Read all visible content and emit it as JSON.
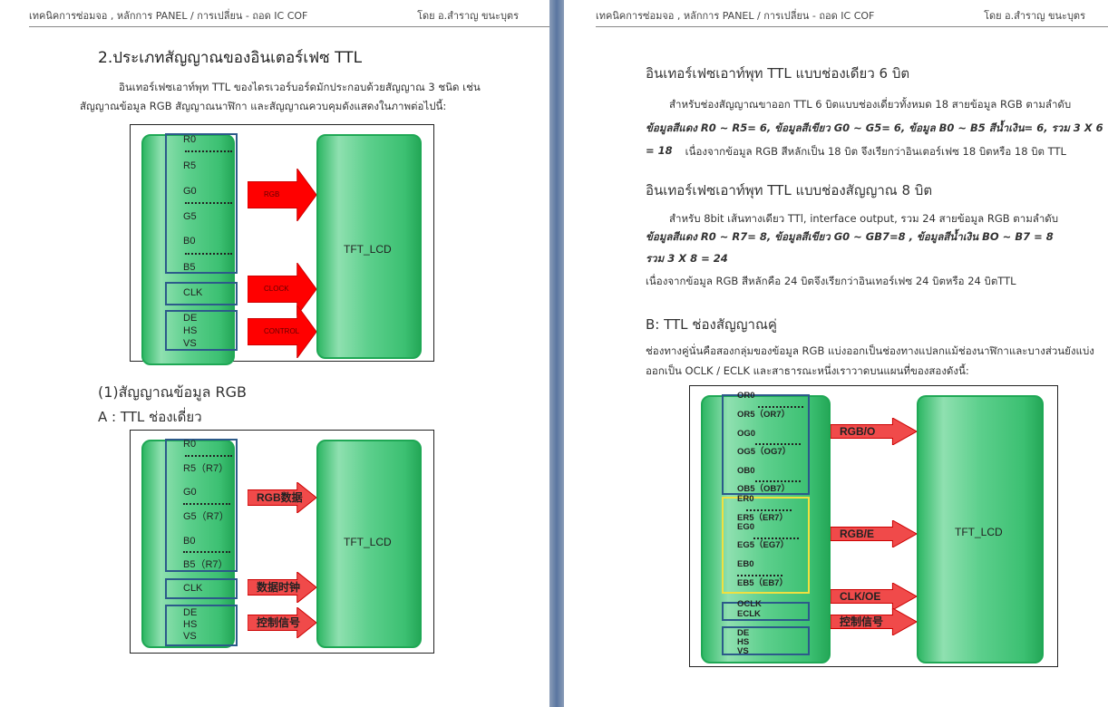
{
  "header": {
    "left": "เทคนิคการซ่อมจอ , หลักการ PANEL / การเปลี่ยน - ถอด IC COF",
    "right": "โดย อ.สำราญ   ขนะบุตร"
  },
  "left_page": {
    "title": "2.ประเภทสัญญาณของอินเตอร์เฟซ TTL",
    "para1_line1": "อินเทอร์เฟซเอาท์พุท TTL ของไดรเวอร์บอร์ดมักประกอบด้วยสัญญาณ 3 ชนิด เช่น",
    "para1_line2": "สัญญาณข้อมูล RGB สัญญาณนาฬิกา และสัญญาณควบคุมดังแสดงในภาพต่อไปนี้:",
    "section": "(1)สัญญาณข้อมูล RGB",
    "subsection": "A : TTL ช่องเดี่ยว"
  },
  "right_page": {
    "heading1": "อินเทอร์เฟซเอาท์พุท TTL แบบช่องเดียว 6 บิต",
    "p1_l1": "สำหรับช่องสัญญาณขาออก TTL 6 บิตแบบช่องเดี่ยวทั้งหมด 18 สายข้อมูล RGB ตามลำดับ",
    "p1_l2": "ข้อมูลสีแดง R0 ~ R5= 6, ข้อมูลสีเขียว G0 ~ G5= 6, ข้อมูล B0 ~ B5 สีน้ำเงิน= 6, รวม 3 X 6",
    "p1_l3a": "= 18",
    "p1_l3b": "เนื่องจากข้อมูล RGB สีหลักเป็น 18 บิต จึงเรียกว่าอินเตอร์เฟซ 18 บิตหรือ 18 บิต TTL",
    "heading2": "อินเทอร์เฟซเอาท์พุท TTL แบบช่องสัญญาณ 8 บิต",
    "p2_l1": "สำหรับ 8bit เส้นทางเดียว TTl, interface output, รวม 24 สายข้อมูล RGB ตามลำดับ",
    "p2_l2": "ข้อมูลสีแดง R0 ~ R7= 8, ข้อมูลสีเขียว G0 ~ GB7=8 , ข้อมูลสีน้ำเงิน BO ~ B7 = 8",
    "p2_l3": "รวม 3 X 8 = 24",
    "p2_l4": "เนื่องจากข้อมูล RGB สีหลักคือ 24 บิตจึงเรียกว่าอินเทอร์เฟซ 24 บิตหรือ 24 บิตTTL",
    "heading3": "B: TTL ช่องสัญญาณคู่",
    "p3_l1": "ช่องทางคู่นั่นคือสองกลุ่มของข้อมูล RGB แบ่งออกเป็นช่องทางแปลกแม้ช่องนาฬิกาและบางส่วนยังแบ่ง",
    "p3_l2": "ออกเป็น OCLK / ECLK และสาธารณะหนึ่งเราวาดบนแผนที่ของสองดังนี้:"
  },
  "diagrams": [
    {
      "target": "TFT_LCD",
      "labels": [
        "R0",
        "R5",
        "G0",
        "G5",
        "B0",
        "B5",
        "CLK",
        "DE",
        "HS",
        "VS"
      ],
      "arrows": [
        "RGB",
        "CLOCK",
        "CONTROL"
      ]
    },
    {
      "target": "TFT_LCD",
      "labels": [
        "R0",
        "R5（R7）",
        "G0",
        "G5（R7）",
        "B0",
        "B5（R7）",
        "CLK",
        "DE",
        "HS",
        "VS"
      ],
      "arrows": [
        "RGB数据",
        "数据时钟",
        "控制信号"
      ]
    },
    {
      "target": "TFT_LCD",
      "labels": [
        "OR0",
        "OR5（OR7）",
        "OG0",
        "OG5（OG7）",
        "OB0",
        "OB5（OB7）",
        "ER0",
        "ER5（ER7）",
        "EG0",
        "EG5（EG7）",
        "EB0",
        "EB5（EB7）",
        "OCLK",
        "ECLK",
        "DE",
        "HS",
        "VS"
      ],
      "arrows": [
        "RGB/O",
        "RGB/E",
        "CLK/OE",
        "控制信号"
      ]
    }
  ],
  "colors": {
    "arrow_red": "#ff0000",
    "block_green": "#3cc072",
    "frame_blue": "#2c5a8a",
    "frame_yellow": "#f0e040"
  }
}
